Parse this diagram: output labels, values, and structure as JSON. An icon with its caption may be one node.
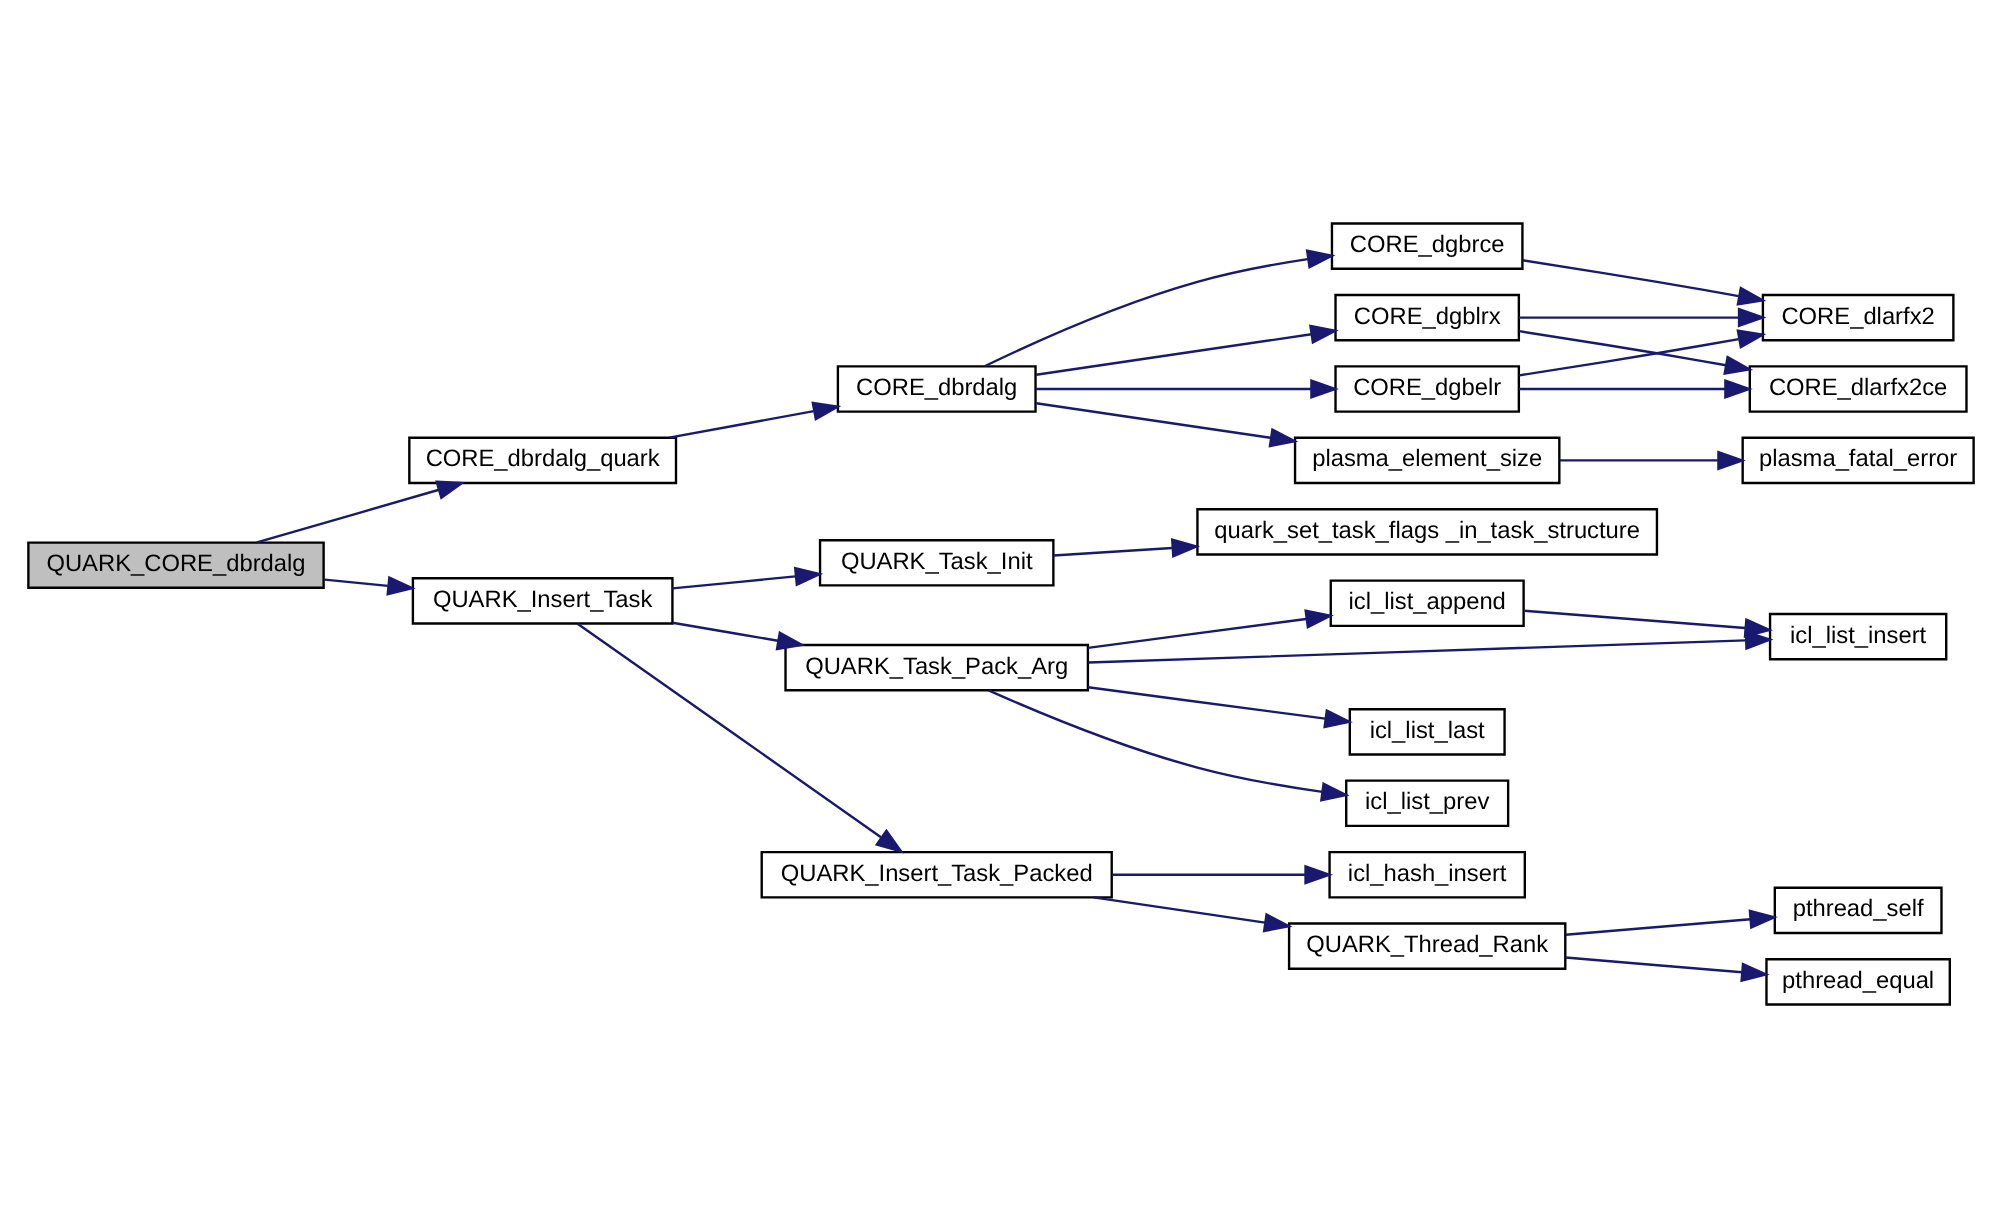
{
  "diagram": {
    "nodes": [
      {
        "text": [
          "QUARK_CORE_dbrdalg"
        ]
      },
      {
        "text": [
          "CORE_dbrdalg_quark"
        ]
      },
      {
        "text": [
          "CORE_dbrdalg"
        ]
      },
      {
        "text": [
          "CORE_dgbelr"
        ]
      },
      {
        "text": [
          "CORE_dlarfx2ce"
        ]
      },
      {
        "text": [
          "CORE_dlarfx2"
        ]
      },
      {
        "text": [
          "CORE_dgblrx"
        ]
      },
      {
        "text": [
          "CORE_dgbrce"
        ]
      },
      {
        "text": [
          "plasma_element_size"
        ]
      },
      {
        "text": [
          "plasma_fatal_error"
        ]
      },
      {
        "text": [
          "QUARK_Insert_Task"
        ]
      },
      {
        "text": [
          "QUARK_Task_Init"
        ]
      },
      {
        "text": [
          "quark_set_task_flags _in_task_structure"
        ]
      },
      {
        "text": [
          "QUARK_Task_Pack_Arg"
        ]
      },
      {
        "text": [
          "icl_list_last"
        ]
      },
      {
        "text": [
          "icl_list_prev"
        ]
      },
      {
        "text": [
          "icl_list_append"
        ]
      },
      {
        "text": [
          "icl_list_insert"
        ]
      },
      {
        "text": [
          "QUARK_Insert_Task_Packed"
        ]
      },
      {
        "text": [
          "icl_hash_insert"
        ]
      },
      {
        "text": [
          "QUARK_Thread_Rank"
        ]
      },
      {
        "text": [
          "pthread_equal"
        ]
      },
      {
        "text": [
          "pthread_self"
        ]
      }
    ],
    "edges": [
      {
        "from": 0,
        "to": 1,
        "arrow": "to"
      },
      {
        "from": 0,
        "to": 10,
        "arrow": "to"
      },
      {
        "from": 1,
        "to": 2,
        "arrow": "to"
      },
      {
        "from": 2,
        "to": 3,
        "arrow": "to"
      },
      {
        "from": 2,
        "to": 6,
        "arrow": "to"
      },
      {
        "from": 2,
        "to": 7,
        "arrow": "to"
      },
      {
        "from": 2,
        "to": 8,
        "arrow": "to"
      },
      {
        "from": 3,
        "to": 4,
        "arrow": "to"
      },
      {
        "from": 3,
        "to": 5,
        "arrow": "to"
      },
      {
        "from": 6,
        "to": 4,
        "arrow": "to"
      },
      {
        "from": 6,
        "to": 5,
        "arrow": "to"
      },
      {
        "from": 7,
        "to": 5,
        "arrow": "to"
      },
      {
        "from": 8,
        "to": 9,
        "arrow": "to"
      },
      {
        "from": 10,
        "to": 11,
        "arrow": "to"
      },
      {
        "from": 10,
        "to": 13,
        "arrow": "to"
      },
      {
        "from": 10,
        "to": 18,
        "arrow": "to"
      },
      {
        "from": 11,
        "to": 12,
        "arrow": "to"
      },
      {
        "from": 13,
        "to": 14,
        "arrow": "to"
      },
      {
        "from": 13,
        "to": 15,
        "arrow": "to"
      },
      {
        "from": 13,
        "to": 16,
        "arrow": "to"
      },
      {
        "from": 13,
        "to": 17,
        "arrow": "to"
      },
      {
        "from": 16,
        "to": 17,
        "arrow": "to"
      },
      {
        "from": 18,
        "to": 19,
        "arrow": "to"
      },
      {
        "from": 18,
        "to": 20,
        "arrow": "to"
      },
      {
        "from": 20,
        "to": 21,
        "arrow": "to"
      },
      {
        "from": 20,
        "to": 22,
        "arrow": "to"
      }
    ]
  }
}
